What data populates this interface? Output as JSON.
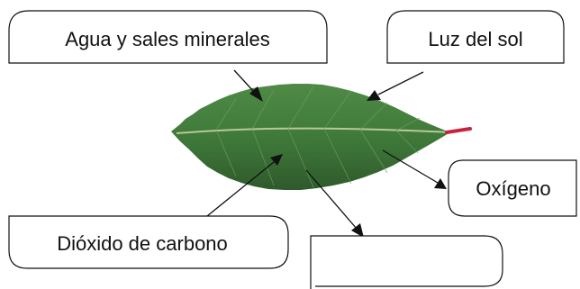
{
  "labels": {
    "water_minerals": "Agua y sales minerales",
    "sunlight": "Luz del sol",
    "oxygen": "Oxígeno",
    "carbon_dioxide": "Dióxido de carbono",
    "blank": ""
  },
  "colors": {
    "leaf_dark": "#2f5a2c",
    "leaf_main": "#3f7a3a",
    "leaf_light": "#4f8a46",
    "midrib": "#b9c79a",
    "petiole": "#c8223f"
  }
}
